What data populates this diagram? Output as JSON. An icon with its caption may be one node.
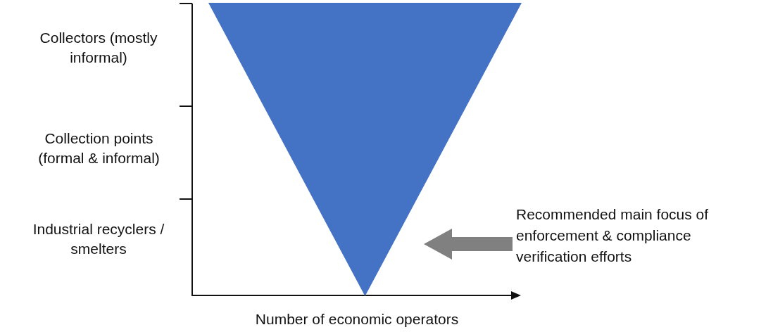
{
  "diagram": {
    "nodes": [
      {
        "text": [],
        "shape": "triangle"
      },
      {
        "text": [
          "Recommended main focus of enforcement & compliance verification efforts"
        ]
      }
    ],
    "edges": [
      {
        "from": 1,
        "to": 0,
        "arrow": "to"
      }
    ],
    "labels": [
      "Collectors (mostly informal)",
      "Collection points (formal & informal)",
      "Industrial recyclers / smelters",
      "Number of economic operators"
    ]
  }
}
